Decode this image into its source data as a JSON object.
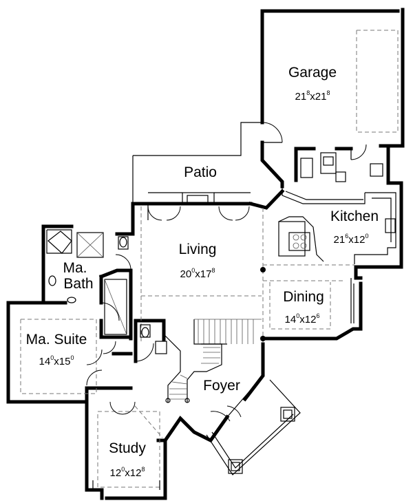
{
  "rooms": {
    "garage": {
      "name": "Garage",
      "w": "21",
      "w_in": "8",
      "h": "21",
      "h_in": "8"
    },
    "patio": {
      "name": "Patio"
    },
    "kitchen": {
      "name": "Kitchen",
      "w": "21",
      "w_in": "6",
      "h": "12",
      "h_in": "0"
    },
    "living": {
      "name": "Living",
      "w": "20",
      "w_in": "0",
      "h": "17",
      "h_in": "8"
    },
    "ma_bath": {
      "name1": "Ma.",
      "name2": "Bath"
    },
    "dining": {
      "name": "Dining",
      "w": "14",
      "w_in": "0",
      "h": "12",
      "h_in": "6"
    },
    "ma_suite": {
      "name": "Ma. Suite",
      "w": "14",
      "w_in": "0",
      "h": "15",
      "h_in": "0"
    },
    "foyer": {
      "name": "Foyer"
    },
    "study": {
      "name": "Study",
      "w": "12",
      "w_in": "0",
      "h": "12",
      "h_in": "8"
    }
  },
  "colors": {
    "wall": "#000000",
    "background": "#ffffff"
  }
}
